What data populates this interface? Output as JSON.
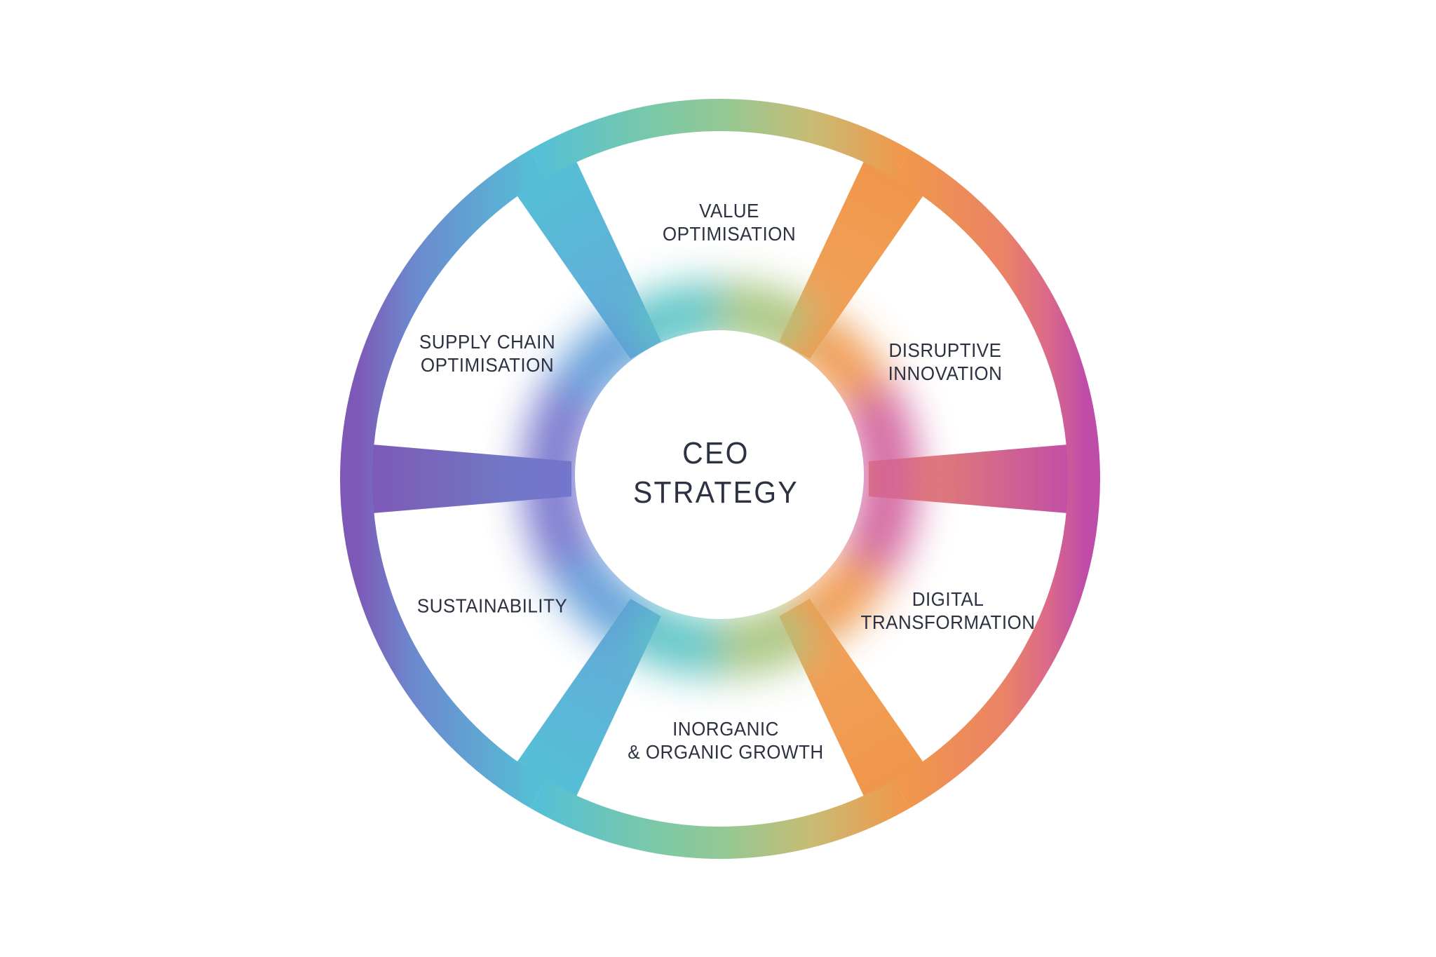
{
  "background_color": "#FFFFFF",
  "text_color": "#2D3242",
  "wheel": {
    "center_label": {
      "line1": "CEO",
      "line2": "STRATEGY"
    },
    "segments": [
      {
        "id": "value-optimisation",
        "line1": "VALUE",
        "line2": "OPTIMISATION"
      },
      {
        "id": "disruptive-innovation",
        "line1": "DISRUPTIVE",
        "line2": "INNOVATION"
      },
      {
        "id": "digital-transformation",
        "line1": "DIGITAL",
        "line2": "TRANSFORMATION"
      },
      {
        "id": "inorganic-organic-growth",
        "line1": "INORGANIC",
        "line2": "& ORGANIC GROWTH"
      },
      {
        "id": "sustainability",
        "line1": "SUSTAINABILITY",
        "line2": ""
      },
      {
        "id": "supply-chain-optimisation",
        "line1": "SUPPLY CHAIN",
        "line2": "OPTIMISATION"
      }
    ],
    "gradient_colors": {
      "purple": "#7E58B6",
      "blue": "#6D87CE",
      "cyan": "#54C0D6",
      "green": "#95C893",
      "olive": "#C8BC74",
      "orange": "#F0984B",
      "salmon": "#EB8365",
      "pink": "#DB6A89",
      "magenta": "#BF4DA8"
    }
  }
}
